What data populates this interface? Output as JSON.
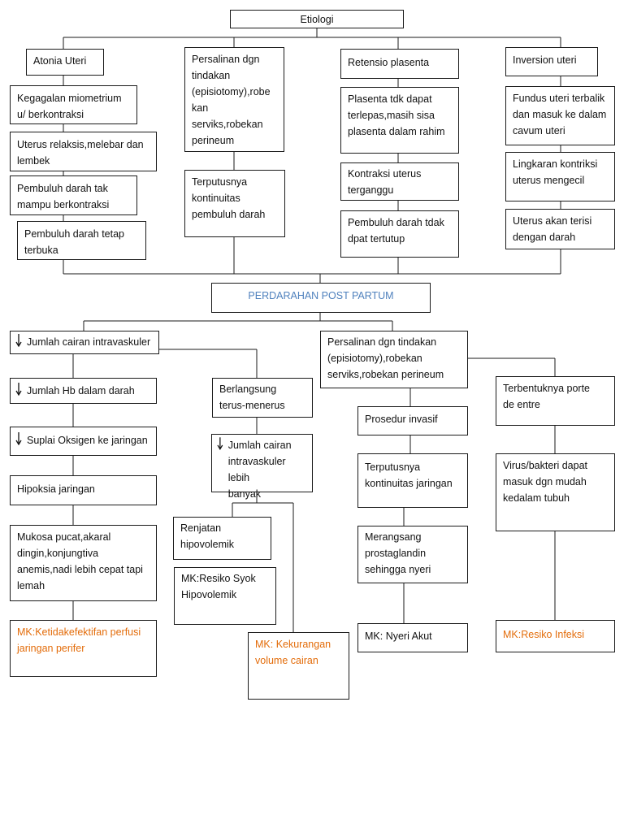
{
  "title": "Etiologi",
  "etiology": {
    "atonia": {
      "head": "Atonia Uteri",
      "steps": [
        "Kegagalan miometrium\nu/ berkontraksi",
        "Uterus relaksis,melebar dan\nlembek",
        "Pembuluh darah tak\nmampu berkontraksi",
        "Pembuluh darah tetap\nterbuka"
      ]
    },
    "persalinan": {
      "head": "Persalinan dgn\ntindakan\n(episiotomy),robe\nkan\nserviks,robekan\nperineum",
      "steps": [
        "Terputusnya\nkontinuitas\npembuluh darah"
      ]
    },
    "retensio": {
      "head": "Retensio plasenta",
      "steps": [
        "Plasenta tdk dapat\nterlepas,masih sisa\nplasenta dalam rahim",
        "Kontraksi uterus\nterganggu",
        "Pembuluh darah tdak\ndpat tertutup"
      ]
    },
    "inversion": {
      "head": "Inversion uteri",
      "steps": [
        "Fundus uteri terbalik\ndan masuk ke dalam\ncavum uteri",
        "Lingkaran kontriksi\nuterus mengecil",
        "Uterus akan terisi\ndengan darah"
      ]
    }
  },
  "center": "PERDARAHAN POST PARTUM",
  "left_chain": {
    "cairan": "Jumlah cairan intravaskuler",
    "hb": "Jumlah Hb dalam darah",
    "suplai": "Suplai Oksigen ke jaringan",
    "hipoksia": "Hipoksia jaringan",
    "mukosa": "Mukosa pucat,akaral\ndingin,konjungtiva\nanemis,nadi lebih cepat tapi\nlemah",
    "mk": "MK:Ketidakefektifan perfusi\njaringan perifer"
  },
  "mid_chain": {
    "berlangsung": "Berlangsung\nterus-menerus",
    "cairan_banyak": "Jumlah cairan\nintravaskuler lebih\nbanyak",
    "renjatan": "Renjatan\nhipovolemik",
    "mk_syok": "MK:Resiko Syok\nHipovolemik",
    "mk_cairan": "MK: Kekurangan\nvolume cairan"
  },
  "right_chain": {
    "persalinan": "Persalinan dgn tindakan\n(episiotomy),robekan\nserviks,robekan perineum",
    "prosedur": "Prosedur invasif",
    "terputus": "Terputusnya\nkontinuitas jaringan",
    "merangsang": "Merangsang\nprostaglandin\nsehingga nyeri",
    "mk_nyeri": "MK: Nyeri Akut",
    "porte": "Terbentuknya porte\nde entre",
    "virus": "Virus/bakteri dapat\nmasuk dgn mudah\nkedalam tubuh",
    "mk_infeksi": "MK:Resiko Infeksi"
  },
  "colors": {
    "mk_text": "#e36c0a",
    "center_text": "#4f81bd",
    "line": "#1a1a1a"
  }
}
